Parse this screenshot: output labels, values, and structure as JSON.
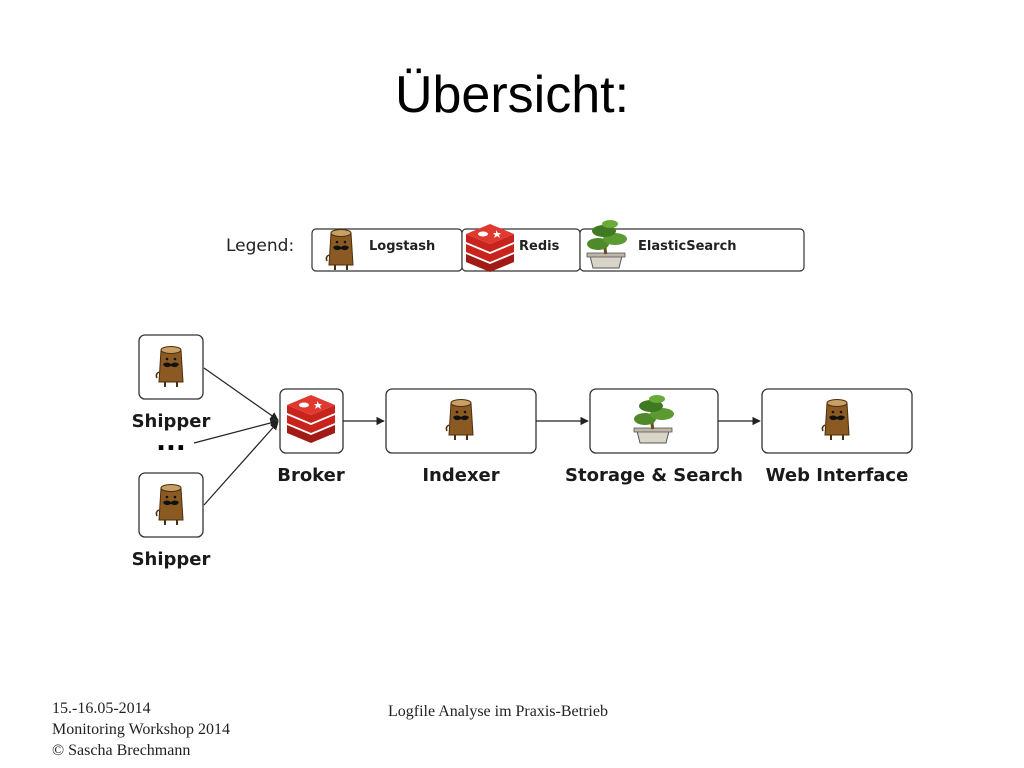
{
  "slide": {
    "title": "Übersicht:"
  },
  "legend": {
    "label": "Legend:",
    "items": [
      {
        "icon": "logstash-icon",
        "label": "Logstash"
      },
      {
        "icon": "redis-icon",
        "label": "Redis"
      },
      {
        "icon": "elasticsearch-icon",
        "label": "ElasticSearch"
      }
    ]
  },
  "diagram": {
    "shippers": [
      {
        "label": "Shipper",
        "icon": "logstash-icon"
      },
      {
        "label": "Shipper",
        "icon": "logstash-icon"
      }
    ],
    "ellipsis": "...",
    "pipeline": [
      {
        "label": "Broker",
        "icon": "redis-icon"
      },
      {
        "label": "Indexer",
        "icon": "logstash-icon"
      },
      {
        "label": "Storage & Search",
        "icon": "elasticsearch-icon"
      },
      {
        "label": "Web Interface",
        "icon": "logstash-icon"
      }
    ]
  },
  "footer": {
    "date": "15.-16.05-2014",
    "event": "Monitoring Workshop 2014",
    "copyright": "© Sascha Brechmann",
    "center": "Logfile Analyse im Praxis-Betrieb"
  },
  "colors": {
    "logstash_wood": "#8a5a22",
    "redis_red": "#c8231d",
    "elastic_green": "#4f8a2a",
    "box_border": "#333333"
  }
}
